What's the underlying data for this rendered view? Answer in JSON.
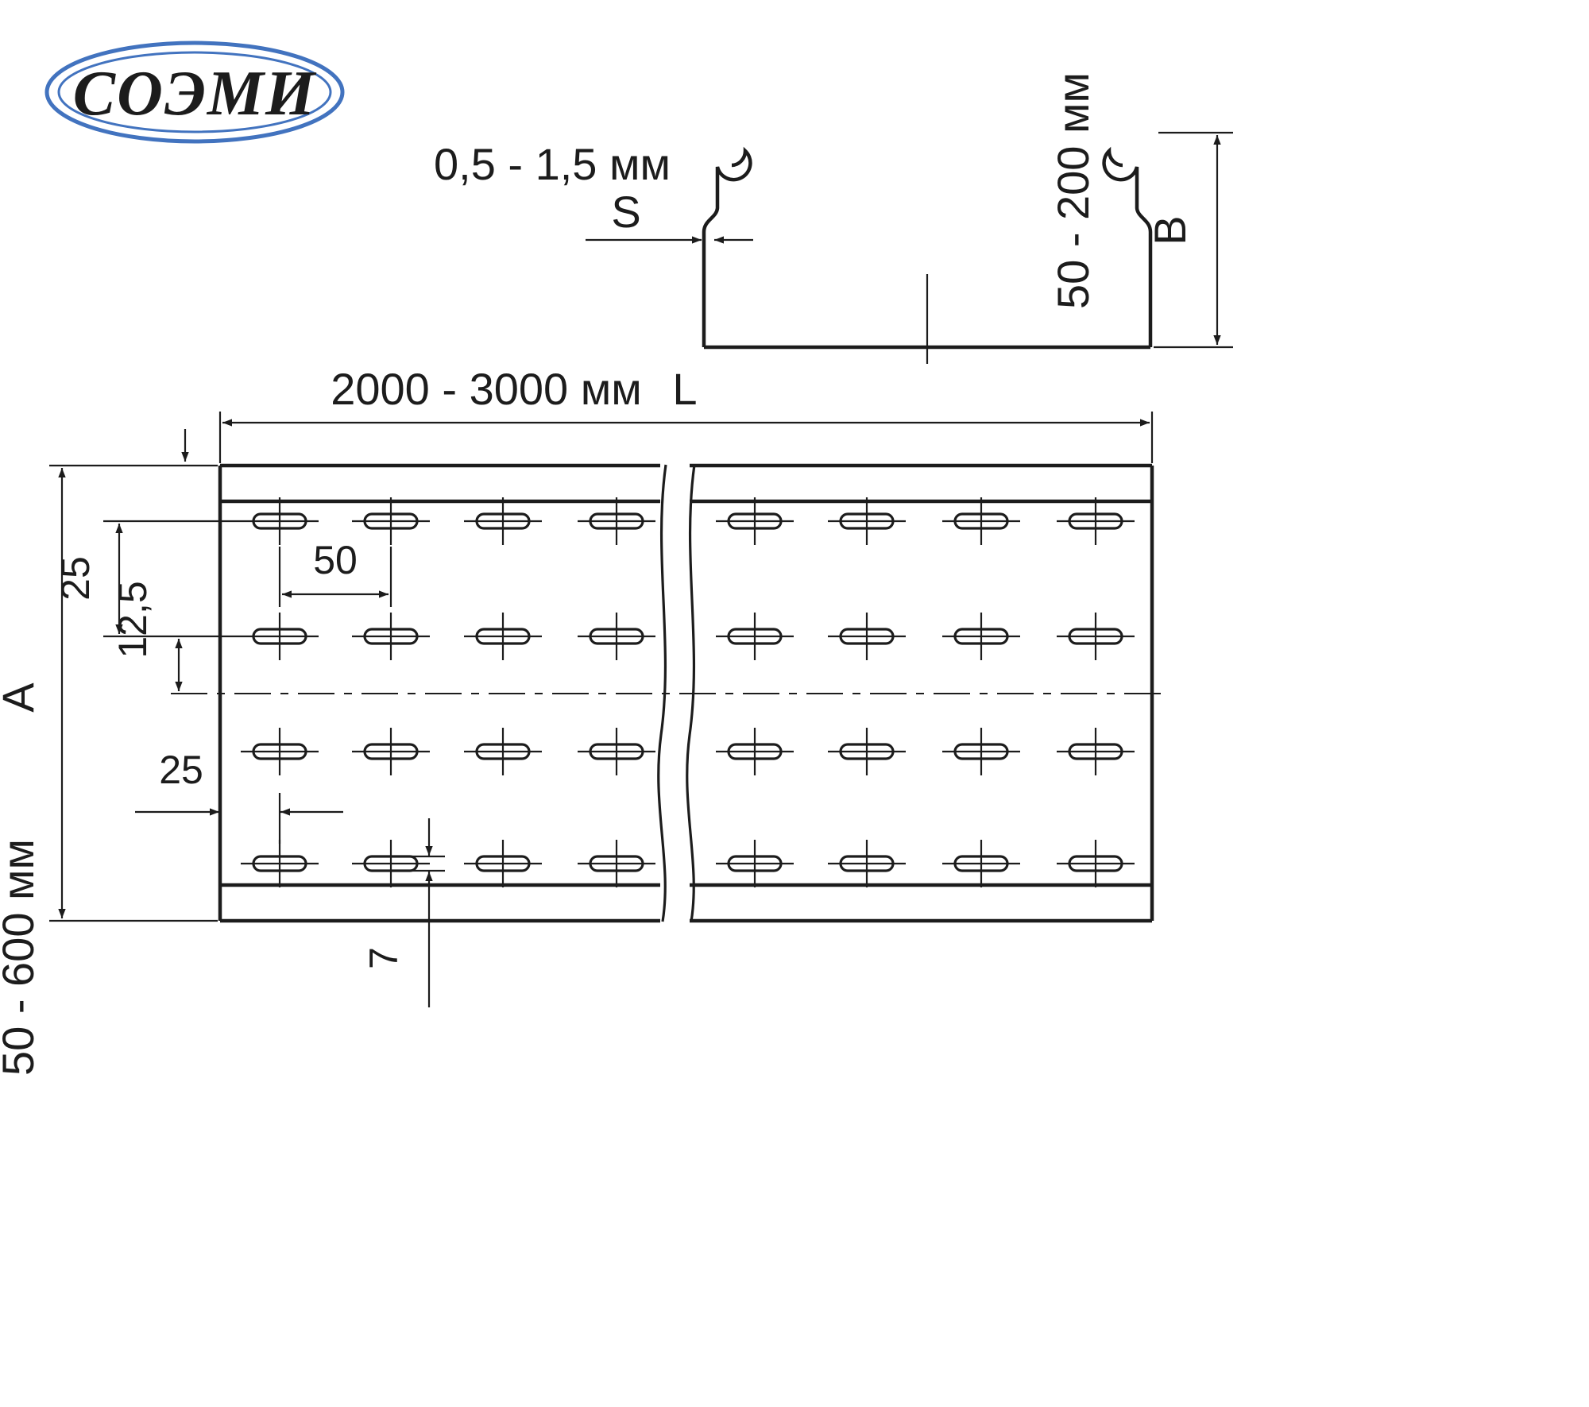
{
  "logo": {
    "text": "СОЭМИ",
    "color": "#4273bf"
  },
  "section_view": {
    "thickness_label": "0,5 - 1,5 мм",
    "thickness_symbol": "S",
    "height_label": "50 - 200 мм",
    "height_symbol": "B"
  },
  "plan_view": {
    "length_label": "2000 - 3000 мм",
    "length_symbol": "L",
    "width_label": "50 - 600 мм",
    "width_symbol": "А",
    "row_spacing_label": "25",
    "row_offset_label": "12,5",
    "slot_pitch_label": "50",
    "edge_offset_label": "25",
    "slot_width_label": "7"
  },
  "line_color": "#1c1c1c",
  "background_color": "#ffffff"
}
